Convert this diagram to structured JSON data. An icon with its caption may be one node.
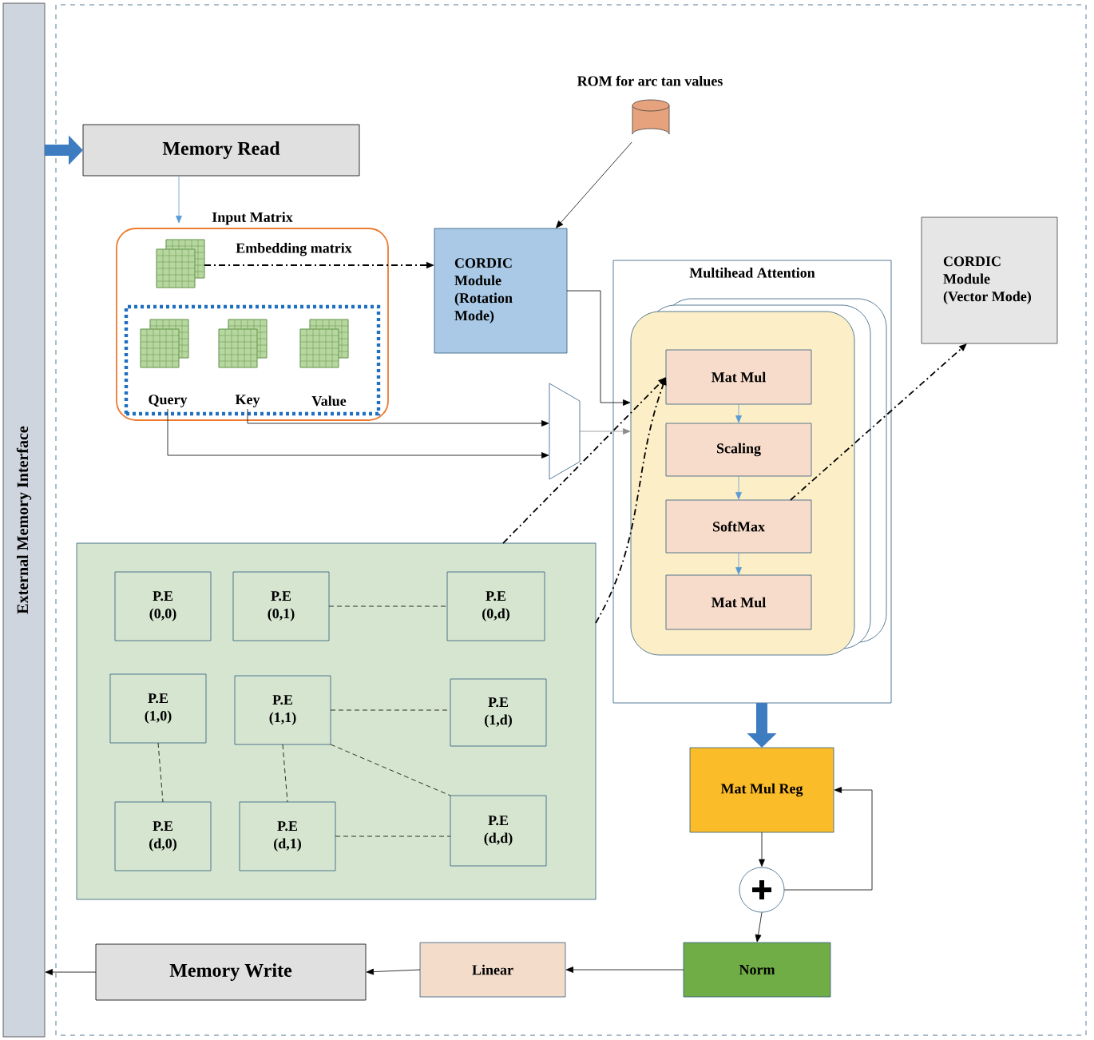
{
  "diagram": {
    "nodes": [
      {
        "text": [
          "External Memory Interface"
        ]
      },
      {
        "text": [
          "Memory Read"
        ]
      },
      {
        "text": [
          "Input Matrix"
        ]
      },
      {
        "text": [
          "Embedding matrix"
        ],
        "in": 2
      },
      {
        "text": [],
        "shape": "box",
        "in": 2
      },
      {
        "text": [
          "Query"
        ],
        "in": 4
      },
      {
        "text": [
          "Key"
        ],
        "in": 4
      },
      {
        "text": [
          "Value"
        ],
        "in": 4
      },
      {
        "text": [
          "ROM for arc tan values"
        ]
      },
      {
        "text": [
          "CORDIC Module (Rotation Mode)"
        ]
      },
      {
        "text": [],
        "shape": "trapezoid"
      },
      {
        "text": [
          "Multihead Attention"
        ]
      },
      {
        "text": [],
        "shape": "box",
        "in": 11
      },
      {
        "text": [
          "Mat Mul"
        ],
        "in": 12
      },
      {
        "text": [
          "Scaling"
        ],
        "in": 12
      },
      {
        "text": [
          "SoftMax"
        ],
        "in": 12
      },
      {
        "text": [
          "Mat Mul"
        ],
        "in": 12
      },
      {
        "text": [
          "CORDIC Module (Vector Mode)"
        ]
      },
      {
        "text": [],
        "shape": "box"
      },
      {
        "text": [
          "P.E (0,0)"
        ],
        "in": 18
      },
      {
        "text": [
          "P.E (0,1)"
        ],
        "in": 18
      },
      {
        "text": [
          "P.E (0,d)"
        ],
        "in": 18
      },
      {
        "text": [
          "P.E (1,0)"
        ],
        "in": 18
      },
      {
        "text": [
          "P.E (1,1)"
        ],
        "in": 18
      },
      {
        "text": [
          "P.E (1,d)"
        ],
        "in": 18
      },
      {
        "text": [
          "P.E (d,0)"
        ],
        "in": 18
      },
      {
        "text": [
          "P.E (d,1)"
        ],
        "in": 18
      },
      {
        "text": [
          "P.E (d,d)"
        ],
        "in": 18
      },
      {
        "text": [
          "Mat Mul Reg"
        ]
      },
      {
        "text": [],
        "shape": "circle"
      },
      {
        "text": [
          "Norm"
        ]
      },
      {
        "text": [
          "Linear"
        ]
      },
      {
        "text": [
          "Memory Write"
        ]
      }
    ],
    "edges": [
      {
        "from": 0,
        "to": 1,
        "arrow": "to",
        "style": "thick",
        "color": "#3d7cc0"
      },
      {
        "from": 1,
        "to": 2,
        "arrow": "to",
        "color": "#5b9bd5"
      },
      {
        "from": 3,
        "to": 9,
        "arrow": "to",
        "style": "dashed"
      },
      {
        "from": 8,
        "to": 9,
        "arrow": "to"
      },
      {
        "from": 9,
        "to": 12,
        "arrow": "to"
      },
      {
        "from": 5,
        "to": 10,
        "arrow": "to"
      },
      {
        "from": 6,
        "to": 10,
        "arrow": "to"
      },
      {
        "from": 10,
        "to": 12,
        "arrow": "to",
        "color": "#8c8c8c"
      },
      {
        "from": 13,
        "to": 14,
        "arrow": "to",
        "color": "#5b9bd5"
      },
      {
        "from": 14,
        "to": 15,
        "arrow": "to",
        "color": "#5b9bd5"
      },
      {
        "from": 15,
        "to": 16,
        "arrow": "to",
        "color": "#5b9bd5"
      },
      {
        "from": 15,
        "to": 17,
        "arrow": "to",
        "style": "dashed"
      },
      {
        "from": 18,
        "to": 13,
        "arrow": "to",
        "style": "dashed"
      },
      {
        "from": 18,
        "to": 13,
        "arrow": "to",
        "style": "dashed"
      },
      {
        "from": 11,
        "to": 28,
        "arrow": "to",
        "style": "thick",
        "color": "#3d7cc0"
      },
      {
        "from": 28,
        "to": 29,
        "arrow": "to"
      },
      {
        "from": 29,
        "to": 28,
        "arrow": "to"
      },
      {
        "from": 29,
        "to": 30,
        "arrow": "to"
      },
      {
        "from": 30,
        "to": 31,
        "arrow": "to"
      },
      {
        "from": 31,
        "to": 32,
        "arrow": "to"
      },
      {
        "from": 32,
        "to": 0,
        "arrow": "to"
      },
      {
        "from": 20,
        "to": 21,
        "arrow": "none",
        "style": "dashed"
      },
      {
        "from": 23,
        "to": 24,
        "arrow": "none",
        "style": "dashed"
      },
      {
        "from": 22,
        "to": 25,
        "arrow": "none",
        "style": "dashed"
      },
      {
        "from": 23,
        "to": 26,
        "arrow": "none",
        "style": "dashed"
      },
      {
        "from": 23,
        "to": 27,
        "arrow": "none",
        "style": "dashed"
      },
      {
        "from": 26,
        "to": 27,
        "arrow": "none",
        "style": "dashed"
      }
    ]
  }
}
